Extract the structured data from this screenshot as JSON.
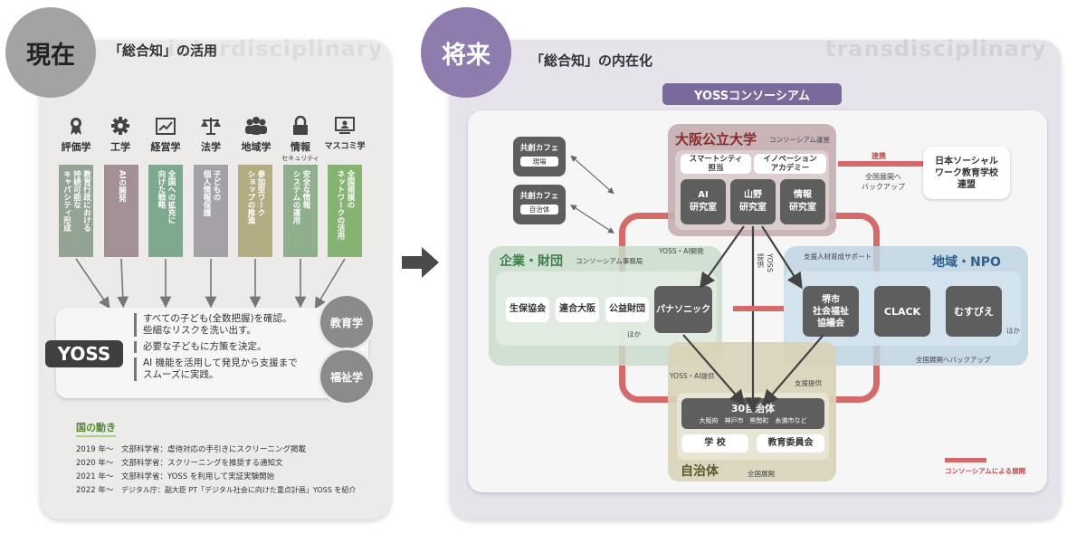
{
  "left": {
    "badge": "現在",
    "title": "「総合知」の活用",
    "watermark": "interdisciplinary",
    "fields": [
      {
        "icon": "award-icon",
        "label": "評価学",
        "sub": ""
      },
      {
        "icon": "gear-icon",
        "label": "工学",
        "sub": ""
      },
      {
        "icon": "chart-icon",
        "label": "経営学",
        "sub": ""
      },
      {
        "icon": "scales-icon",
        "label": "法学",
        "sub": ""
      },
      {
        "icon": "people-icon",
        "label": "地域学",
        "sub": ""
      },
      {
        "icon": "lock-icon",
        "label": "情報",
        "sub": "セキュリティ"
      },
      {
        "icon": "monitor-icon",
        "label": "マスコミ学",
        "sub": ""
      }
    ],
    "columns": [
      {
        "text": "教育行政における\n持続可能な\nキャパシティ形成",
        "color": "#93a394"
      },
      {
        "text": "AIの開発",
        "color": "#a39095"
      },
      {
        "text": "全国への拡充に\n向けた戦略",
        "color": "#7fa98f"
      },
      {
        "text": "子どもの\n個人情報保護",
        "color": "#a6a1a6"
      },
      {
        "text": "参加型ワーク\nショップの推進",
        "color": "#b4ac83"
      },
      {
        "text": "安全な情報\nシステムの運用",
        "color": "#8fae8c"
      },
      {
        "text": "全国規模の\nネットワークの活用",
        "color": "#86b272"
      }
    ],
    "yoss": "YOSS",
    "bullets": [
      "すべての子ども(全数把握)を確認。\n些細なリスクを洗い出す。",
      "必要な子どもに方策を決定。",
      "AI 機能を活用して発見から支援まで\nスムーズに実践。"
    ],
    "edu_circle": "教育学",
    "welfare_circle": "福祉学",
    "trend_title": "国の動き",
    "history": [
      {
        "year": "2019 年〜",
        "text": "文部科学省：虐待対応の手引きにスクリーニング掲載"
      },
      {
        "year": "2020 年〜",
        "text": "文部科学省：スクリーニングを推奨する通知文"
      },
      {
        "year": "2021 年〜",
        "text": "文部科学省：YOSS を利用して実証実験開始"
      },
      {
        "year": "2022 年〜",
        "text": "デジタル庁：副大臣 PT「デジタル社会に向けた重点計画」YOSS を紹介"
      }
    ]
  },
  "right": {
    "badge": "将来",
    "title": "「総合知」の内在化",
    "watermark": "transdisciplinary",
    "consortium": "YOSSコンソーシアム",
    "univ": {
      "title": "大阪公立大学",
      "sub": "コンソーシアム運営",
      "tabs": [
        "スマートシティ\n担当",
        "イノベーション\nアカデミー"
      ],
      "labs": [
        "AI\n研究室",
        "山野\n研究室",
        "情報\n研究室"
      ]
    },
    "cafes": [
      {
        "title": "共創カフェ",
        "tag": "現場"
      },
      {
        "title": "共創カフェ",
        "tag": "自治体"
      }
    ],
    "partner": "日本ソーシャル\nワーク教育学校\n連盟",
    "link_label": "連携",
    "national_backup": "全国展開へ\nバックアップ",
    "corp": {
      "title": "企業・財団",
      "sub": "コンソーシアム事務局",
      "items": [
        "生保協会",
        "連合大阪",
        "公益財団"
      ],
      "etc": "ほか",
      "panasonic": "パナソニック"
    },
    "region": {
      "title": "地域・NPO",
      "items": [
        "堺市\n社会福祉\n協議会",
        "CLACK",
        "むすびえ"
      ],
      "etc": "ほか",
      "backup": "全国展開へバックアップ"
    },
    "arrows": {
      "yoss_ai_dev": "YOSS・AI開発",
      "yoss_provide": "YOSS\n提供",
      "support_talent": "支援人材育成サポート",
      "yoss_ai_provide": "YOSS・AI提供",
      "support_provide": "支援提供"
    },
    "local": {
      "title": "自治体",
      "main": "30自治体",
      "cities": "大阪府　神戸市　熊勢町　糸満市など",
      "school": "学 校",
      "board": "教育委員会",
      "national": "全国展開"
    },
    "legend": "コンソーシアムによる展開"
  }
}
